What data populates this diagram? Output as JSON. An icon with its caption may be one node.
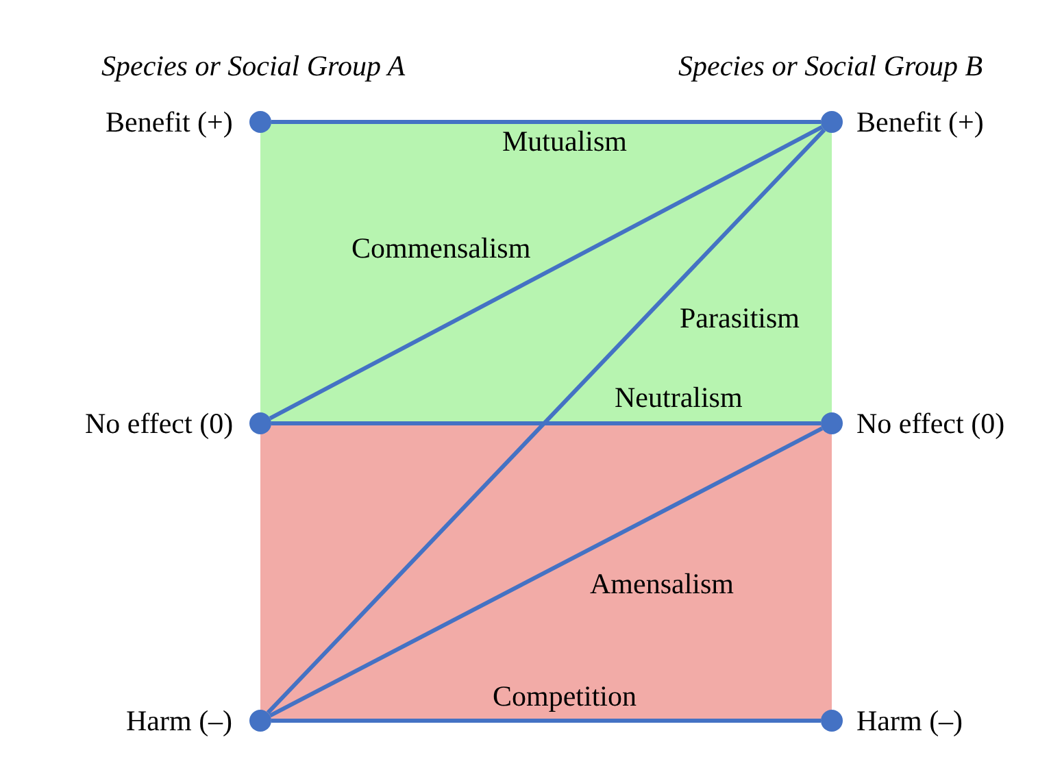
{
  "diagram": {
    "nodes": [
      {
        "text": [],
        "shape": "circle",
        "beside": [
          "Benefit (+)"
        ]
      },
      {
        "text": [],
        "shape": "circle",
        "beside": [
          "Benefit (+)"
        ]
      },
      {
        "text": [],
        "shape": "circle",
        "beside": [
          "No effect (0)"
        ]
      },
      {
        "text": [],
        "shape": "circle",
        "beside": [
          "No effect (0)"
        ]
      },
      {
        "text": [],
        "shape": "circle",
        "beside": [
          "Harm (–)"
        ]
      },
      {
        "text": [],
        "shape": "circle",
        "beside": [
          "Harm (–)"
        ]
      }
    ],
    "edges": [
      {
        "from": 0,
        "to": 1,
        "arrow": "none",
        "label": "Mutualism"
      },
      {
        "from": 2,
        "to": 1,
        "arrow": "none",
        "label": "Commensalism"
      },
      {
        "from": 4,
        "to": 1,
        "arrow": "none",
        "label": "Parasitism"
      },
      {
        "from": 2,
        "to": 3,
        "arrow": "none",
        "label": "Neutralism"
      },
      {
        "from": 4,
        "to": 3,
        "arrow": "none",
        "label": "Amensalism"
      },
      {
        "from": 4,
        "to": 5,
        "arrow": "none",
        "label": "Competition"
      }
    ],
    "labels": [
      "Species or Social Group A",
      "Species or Social Group B"
    ]
  }
}
